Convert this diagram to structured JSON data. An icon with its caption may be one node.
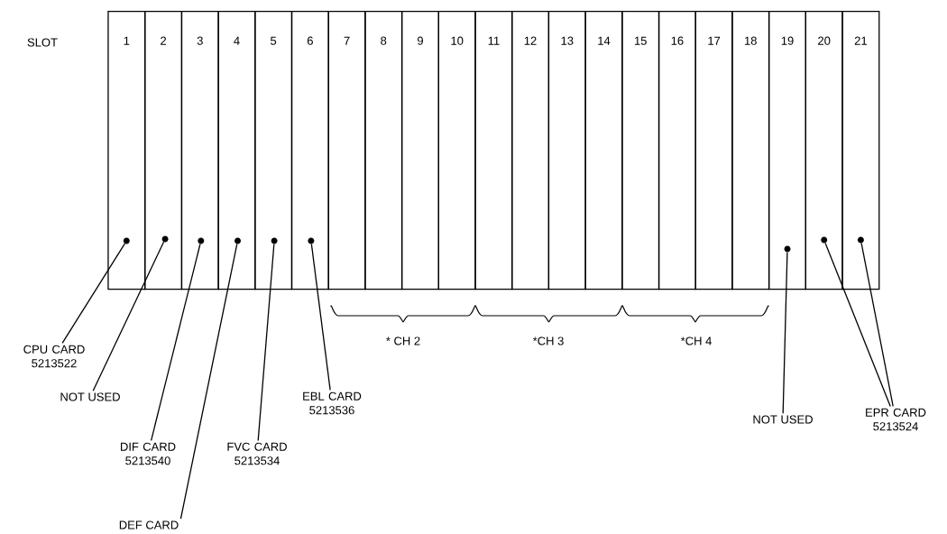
{
  "diagram": {
    "nodes": [
      {
        "text": [
          "1"
        ]
      },
      {
        "text": [
          "2"
        ]
      },
      {
        "text": [
          "3"
        ]
      },
      {
        "text": [
          "4"
        ]
      },
      {
        "text": [
          "5"
        ]
      },
      {
        "text": [
          "6"
        ]
      },
      {
        "text": [
          "7"
        ]
      },
      {
        "text": [
          "8"
        ]
      },
      {
        "text": [
          "9"
        ]
      },
      {
        "text": [
          "10"
        ]
      },
      {
        "text": [
          "11"
        ]
      },
      {
        "text": [
          "12"
        ]
      },
      {
        "text": [
          "13"
        ]
      },
      {
        "text": [
          "14"
        ]
      },
      {
        "text": [
          "15"
        ]
      },
      {
        "text": [
          "16"
        ]
      },
      {
        "text": [
          "17"
        ]
      },
      {
        "text": [
          "18"
        ]
      },
      {
        "text": [
          "19"
        ]
      },
      {
        "text": [
          "20"
        ]
      },
      {
        "text": [
          "21"
        ]
      },
      {
        "text": [],
        "shape": "circle",
        "in": 0
      },
      {
        "text": [],
        "shape": "circle",
        "in": 1
      },
      {
        "text": [],
        "shape": "circle",
        "in": 2
      },
      {
        "text": [],
        "shape": "circle",
        "in": 3
      },
      {
        "text": [],
        "shape": "circle",
        "in": 4
      },
      {
        "text": [],
        "shape": "circle",
        "in": 5
      },
      {
        "text": [],
        "shape": "circle",
        "in": 18
      },
      {
        "text": [],
        "shape": "circle",
        "in": 19
      },
      {
        "text": [],
        "shape": "circle",
        "in": 20
      },
      {
        "text": [
          "CPU CARD 5213522"
        ]
      },
      {
        "text": [
          "NOT USED"
        ]
      },
      {
        "text": [
          "DIF CARD 5213540"
        ]
      },
      {
        "text": [
          "DEF CARD"
        ]
      },
      {
        "text": [
          "FVC CARD 5213534"
        ]
      },
      {
        "text": [
          "EBL CARD 5213536"
        ]
      },
      {
        "text": [
          "NOT USED"
        ]
      },
      {
        "text": [
          "EPR CARD 5213524"
        ]
      }
    ],
    "edges": [
      {
        "from": 30,
        "to": 21,
        "arrow": "none"
      },
      {
        "from": 31,
        "to": 22,
        "arrow": "none"
      },
      {
        "from": 32,
        "to": 23,
        "arrow": "none"
      },
      {
        "from": 33,
        "to": 24,
        "arrow": "none"
      },
      {
        "from": 34,
        "to": 25,
        "arrow": "none"
      },
      {
        "from": 35,
        "to": 26,
        "arrow": "none"
      },
      {
        "from": 36,
        "to": 27,
        "arrow": "none"
      },
      {
        "from": 37,
        "to": 28,
        "arrow": "none"
      },
      {
        "from": 37,
        "to": 29,
        "arrow": "none"
      }
    ],
    "labels": [
      "SLOT",
      "* CH 2",
      "*CH 3",
      "*CH 4"
    ]
  }
}
